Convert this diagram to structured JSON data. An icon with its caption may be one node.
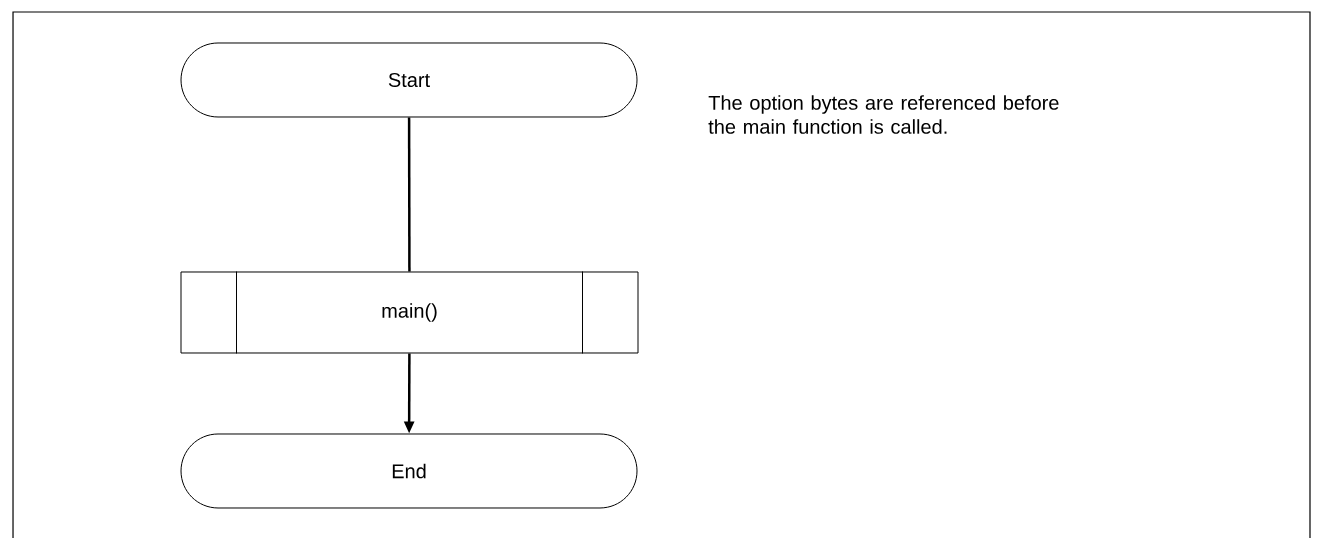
{
  "diagram": {
    "nodes": [
      {
        "text": [
          "Start"
        ]
      },
      {
        "text": [
          "main()"
        ]
      },
      {
        "text": [
          "End"
        ]
      }
    ],
    "edges": [
      {
        "from": 0,
        "to": 1,
        "arrow": "none"
      },
      {
        "from": 1,
        "to": 2,
        "arrow": "to"
      }
    ],
    "labels": [
      "The option bytes are referenced before the main function is called."
    ]
  }
}
